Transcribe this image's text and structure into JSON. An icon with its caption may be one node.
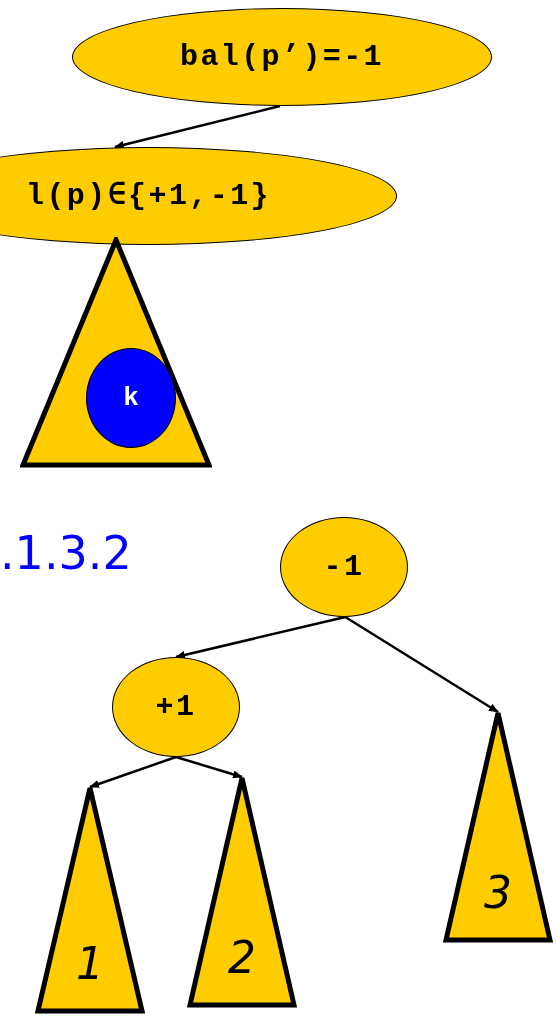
{
  "diagram": {
    "nodes": [
      {
        "text": [
          "bal(p’)=-1"
        ]
      },
      {
        "text": [
          "l(p)∈{+1,-1}"
        ]
      },
      {
        "text": [],
        "shape": "triangle"
      },
      {
        "text": [
          "k"
        ],
        "in": 2
      },
      {
        "text": [
          "-1"
        ]
      },
      {
        "text": [
          "+1"
        ]
      },
      {
        "text": [
          "1"
        ]
      },
      {
        "text": [
          "2"
        ]
      },
      {
        "text": [
          "3"
        ]
      }
    ],
    "edges": [
      {
        "from": 0,
        "to": 1,
        "arrow": "to"
      },
      {
        "from": 4,
        "to": 5,
        "arrow": "to"
      },
      {
        "from": 4,
        "to": 8,
        "arrow": "to"
      },
      {
        "from": 5,
        "to": 6,
        "arrow": "to"
      },
      {
        "from": 5,
        "to": 7,
        "arrow": "to"
      }
    ],
    "labels": [
      ".1.3.2"
    ]
  }
}
